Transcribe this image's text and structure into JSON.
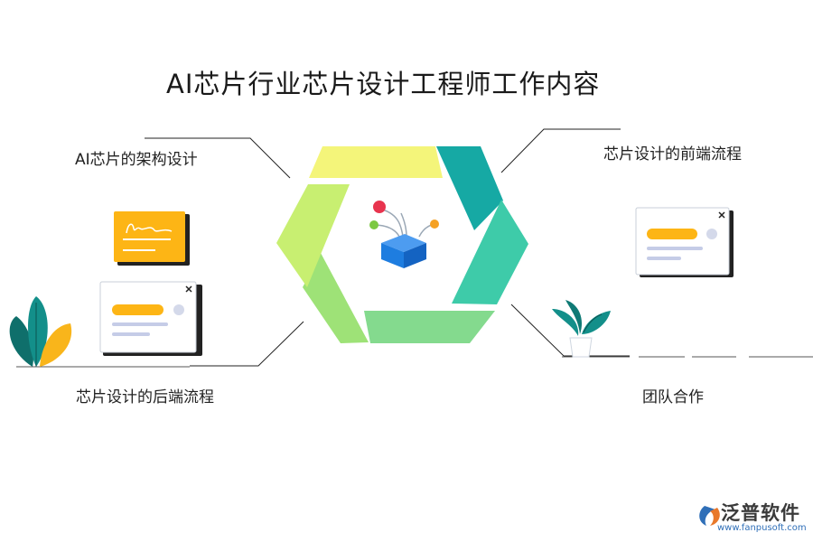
{
  "title": "AI芯片行业芯片设计工程师工作内容",
  "labels": {
    "top_left": "AI芯片的架构设计",
    "top_right": "芯片设计的前端流程",
    "bottom_left": "芯片设计的后端流程",
    "bottom_right": "团队合作"
  },
  "colors": {
    "segment_top": "#F4F57A",
    "segment_upper_right": "#16A9A4",
    "segment_lower_right": "#3ECBA9",
    "segment_bottom": "#84DA8E",
    "segment_lower_left": "#9EE277",
    "segment_upper_left": "#C8EF71",
    "box_blue": "#1E7DE0",
    "dot_red": "#E8344E",
    "dot_green": "#7CC843",
    "dot_orange": "#F5A123",
    "card_orange": "#FDB515",
    "plant_teal": "#138F8A",
    "plant_yellow": "#F9B51B"
  },
  "icons": {
    "center": "box-with-connections-icon",
    "signature_card": "signature-card-icon",
    "dialog_cards": "dialog-window-icon",
    "close": "close-icon",
    "plant_left": "plant-icon",
    "plant_right": "potted-plant-icon",
    "brand_logo": "fanpu-logo-icon"
  },
  "brand": {
    "name": "泛普软件",
    "url": "www.fanpusoft.com"
  }
}
